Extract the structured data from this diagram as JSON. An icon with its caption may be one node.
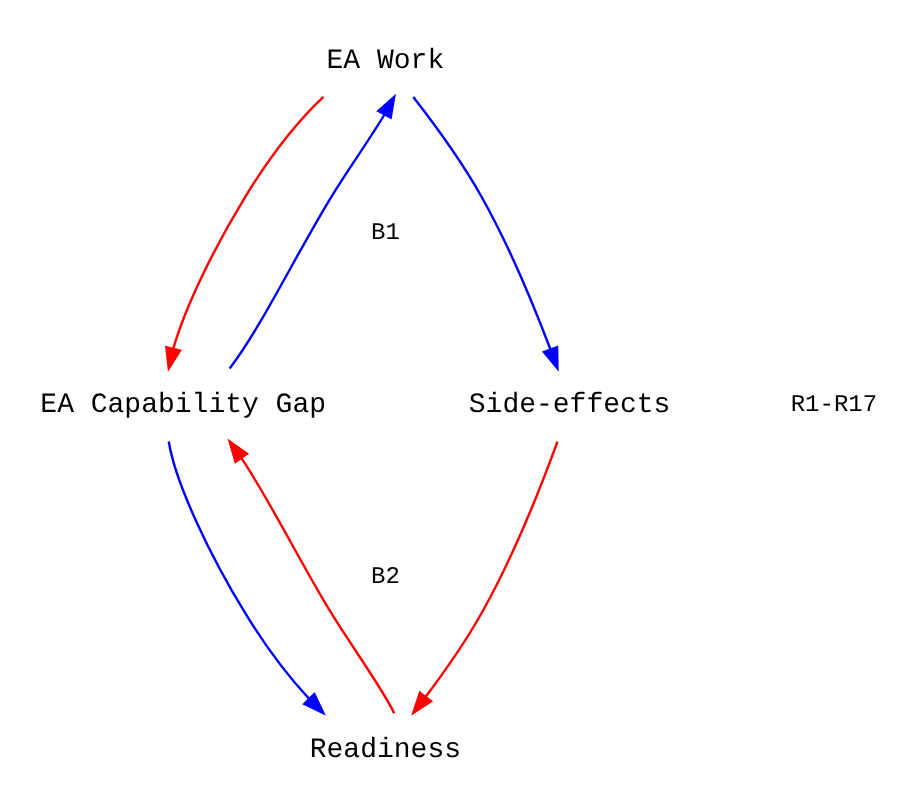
{
  "diagram": {
    "nodes": [
      {
        "text": [
          "EA Work"
        ]
      },
      {
        "text": [
          "EA Capability Gap"
        ]
      },
      {
        "text": [
          "Side-effects"
        ]
      },
      {
        "text": [
          "Readiness"
        ]
      }
    ],
    "edges": [
      {
        "from": 0,
        "to": 1,
        "arrow": "to",
        "color": "#ff0000"
      },
      {
        "from": 1,
        "to": 0,
        "arrow": "to",
        "color": "#0000ff"
      },
      {
        "from": 0,
        "to": 2,
        "arrow": "to",
        "color": "#0000ff"
      },
      {
        "from": 1,
        "to": 3,
        "arrow": "to",
        "color": "#0000ff"
      },
      {
        "from": 2,
        "to": 3,
        "arrow": "to",
        "color": "#ff0000"
      },
      {
        "from": 3,
        "to": 1,
        "arrow": "to",
        "color": "#ff0000"
      }
    ],
    "labels": [
      "B1",
      "R1-R17",
      "B2"
    ]
  }
}
